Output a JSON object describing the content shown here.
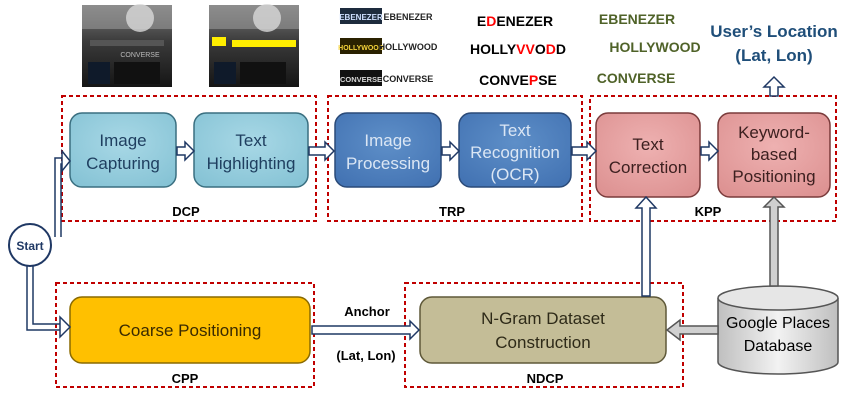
{
  "title": {
    "line1": "User’s Location",
    "line2": "(Lat, Lon)"
  },
  "stages": {
    "dcp": "DCP",
    "trp": "TRP",
    "kpp": "KPP",
    "cpp": "CPP",
    "ndcp": "NDCP"
  },
  "start": "Start",
  "boxes": {
    "image_capturing": [
      "Image",
      "Capturing"
    ],
    "text_highlighting": [
      "Text",
      "Highlighting"
    ],
    "image_processing": [
      "Image",
      "Processing"
    ],
    "text_recognition": [
      "Text",
      "Recognition",
      "(OCR)"
    ],
    "text_correction": [
      "Text",
      "Correction"
    ],
    "keyword_positioning": [
      "Keyword-",
      "based",
      "Positioning"
    ],
    "coarse_positioning": "Coarse Positioning",
    "ngram_dataset": [
      "N-Gram Dataset",
      "Construction"
    ],
    "google_places": [
      "Google Places",
      "Database"
    ]
  },
  "anchor": {
    "label": "Anchor",
    "coords": "(Lat, Lon)"
  },
  "ocr_samples": {
    "image_words": [
      "EBENEZER",
      "HOLLYWOOD",
      "CONVERSE"
    ],
    "processed_words": [
      "EBENEZER",
      "HOLLYWOOD",
      "CONVERSE"
    ]
  },
  "ocr_output": [
    {
      "segments": [
        {
          "t": "E",
          "err": false
        },
        {
          "t": "D",
          "err": true
        },
        {
          "t": "ENEZER",
          "err": false
        }
      ]
    },
    {
      "segments": [
        {
          "t": "HOLLY",
          "err": false
        },
        {
          "t": "VV",
          "err": true
        },
        {
          "t": "O",
          "err": false
        },
        {
          "t": "D",
          "err": true
        },
        {
          "t": "D",
          "err": false
        }
      ]
    },
    {
      "segments": [
        {
          "t": "CONVE",
          "err": false
        },
        {
          "t": "P",
          "err": true
        },
        {
          "t": "SE",
          "err": false
        }
      ]
    }
  ],
  "corrected": [
    "EBENEZER",
    "HOLLYWOOD",
    "CONVERSE"
  ],
  "colors": {
    "stage_border": "#c00000",
    "light_blue": "#92cddc",
    "mid_blue": "#4f81bd",
    "pink": "#e6a0a0",
    "yellow": "#ffc000",
    "khaki": "#c4bd97",
    "arrow": "#1f3864",
    "title": "#1f4e79",
    "corrected": "#4f6228",
    "error": "#ff0000",
    "db_fill": "#d9d9d9"
  }
}
